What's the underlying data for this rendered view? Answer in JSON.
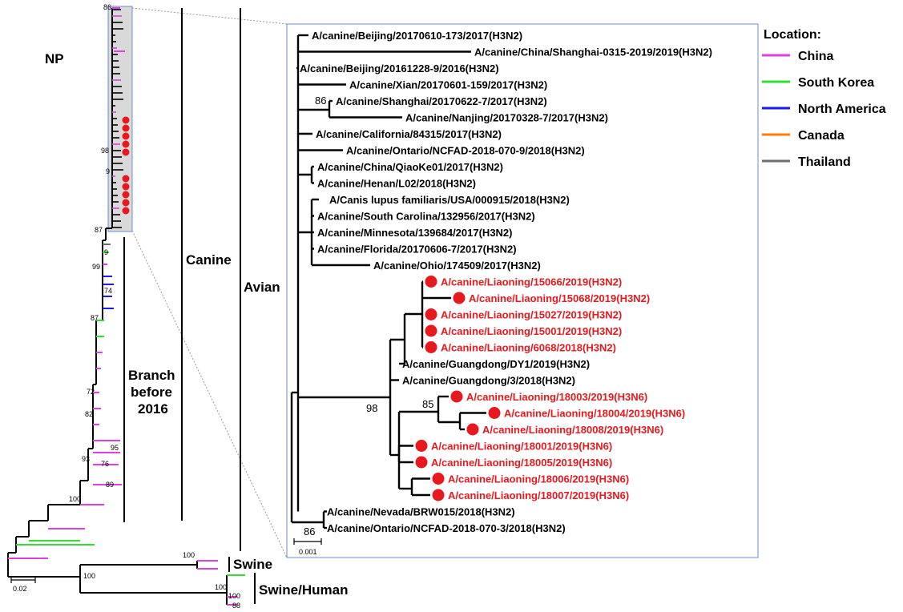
{
  "labels": {
    "gene": "NP",
    "canine": "Canine",
    "avian": "Avian",
    "branch_before_line1": "Branch",
    "branch_before_line2": "before",
    "branch_before_line3": "2016",
    "swine": "Swine",
    "swine_human": "Swine/Human",
    "scale_main": "0.02",
    "scale_inset": "0.001"
  },
  "legend": {
    "title": "Location:",
    "items": [
      {
        "name": "China",
        "color": "#e040e0"
      },
      {
        "name": "South Korea",
        "color": "#33dd33"
      },
      {
        "name": "North America",
        "color": "#1a1aee"
      },
      {
        "name": "Canada",
        "color": "#ff7f0e"
      },
      {
        "name": "Thailand",
        "color": "#6e6e6e"
      }
    ]
  },
  "inset_taxa": [
    {
      "name": "A/canine/Beijing/20170610-173/2017(H3N2)",
      "highlight": false
    },
    {
      "name": "A/canine/China/Shanghai-0315-2019/2019(H3N2)",
      "highlight": false
    },
    {
      "name": "A/canine/Beijing/20161228-9/2016(H3N2)",
      "highlight": false
    },
    {
      "name": "A/canine/Xian/20170601-159/2017(H3N2)",
      "highlight": false
    },
    {
      "name": "A/canine/Shanghai/20170622-7/2017(H3N2)",
      "highlight": false
    },
    {
      "name": "A/canine/Nanjing/20170328-7/2017(H3N2)",
      "highlight": false
    },
    {
      "name": "A/canine/California/84315/2017(H3N2)",
      "highlight": false
    },
    {
      "name": "A/canine/Ontario/NCFAD-2018-070-9/2018(H3N2)",
      "highlight": false
    },
    {
      "name": "A/canine/China/QiaoKe01/2017(H3N2)",
      "highlight": false
    },
    {
      "name": "A/canine/Henan/L02/2018(H3N2)",
      "highlight": false
    },
    {
      "name": "A/Canis lupus familiaris/USA/000915/2018(H3N2)",
      "highlight": false
    },
    {
      "name": "A/canine/South Carolina/132956/2017(H3N2)",
      "highlight": false
    },
    {
      "name": "A/canine/Minnesota/139684/2017(H3N2)",
      "highlight": false
    },
    {
      "name": "A/canine/Florida/20170606-7/2017(H3N2)",
      "highlight": false
    },
    {
      "name": "A/canine/Ohio/174509/2017(H3N2)",
      "highlight": false
    },
    {
      "name": "A/canine/Liaoning/15066/2019(H3N2)",
      "highlight": true
    },
    {
      "name": "A/canine/Liaoning/15068/2019(H3N2)",
      "highlight": true
    },
    {
      "name": "A/canine/Liaoning/15027/2019(H3N2)",
      "highlight": true
    },
    {
      "name": "A/canine/Liaoning/15001/2019(H3N2)",
      "highlight": true
    },
    {
      "name": "A/canine/Liaoning/6068/2018(H3N2)",
      "highlight": true
    },
    {
      "name": "A/canine/Guangdong/DY1/2019(H3N2)",
      "highlight": false
    },
    {
      "name": "A/canine/Guangdong/3/2018(H3N2)",
      "highlight": false
    },
    {
      "name": "A/canine/Liaoning/18003/2019(H3N6)",
      "highlight": true
    },
    {
      "name": "A/canine/Liaoning/18004/2019(H3N6)",
      "highlight": true
    },
    {
      "name": "A/canine/Liaoning/18008/2019(H3N6)",
      "highlight": true
    },
    {
      "name": "A/canine/Liaoning/18001/2019(H3N6)",
      "highlight": true
    },
    {
      "name": "A/canine/Liaoning/18005/2019(H3N6)",
      "highlight": true
    },
    {
      "name": "A/canine/Liaoning/18006/2019(H3N6)",
      "highlight": true
    },
    {
      "name": "A/canine/Liaoning/18007/2019(H3N6)",
      "highlight": true
    },
    {
      "name": "A/canine/Nevada/BRW015/2018(H3N2)",
      "highlight": false
    },
    {
      "name": "A/canine/Ontario/NCFAD-2018-070-3/2018(H3N2)",
      "highlight": false
    }
  ],
  "inset_bootstrap": [
    "86",
    "85",
    "98",
    "86"
  ],
  "main_bootstrap": [
    "86",
    "98",
    "9",
    "87",
    "9",
    "99",
    "74",
    "87",
    "72",
    "82",
    "95",
    "76",
    "89",
    "93",
    "100",
    "100",
    "100",
    "100",
    "100",
    "88"
  ]
}
